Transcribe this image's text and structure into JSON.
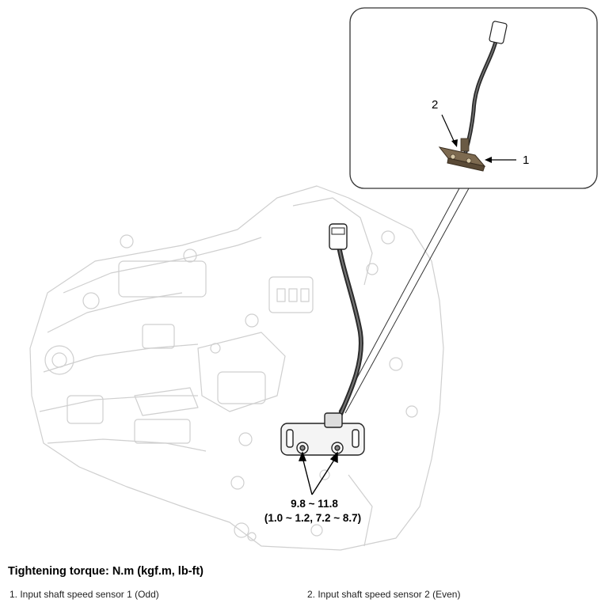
{
  "callouts": {
    "c1": "1",
    "c2": "2"
  },
  "torque": {
    "line1": "9.8 ~ 11.8",
    "line2": "(1.0 ~ 1.2, 7.2 ~ 8.7)"
  },
  "heading": "Tightening torque: N.m (kgf.m, lb-ft)",
  "legend": [
    "1. Input shaft speed sensor 1 (Odd)",
    "2. Input shaft speed sensor 2 (Even)"
  ]
}
